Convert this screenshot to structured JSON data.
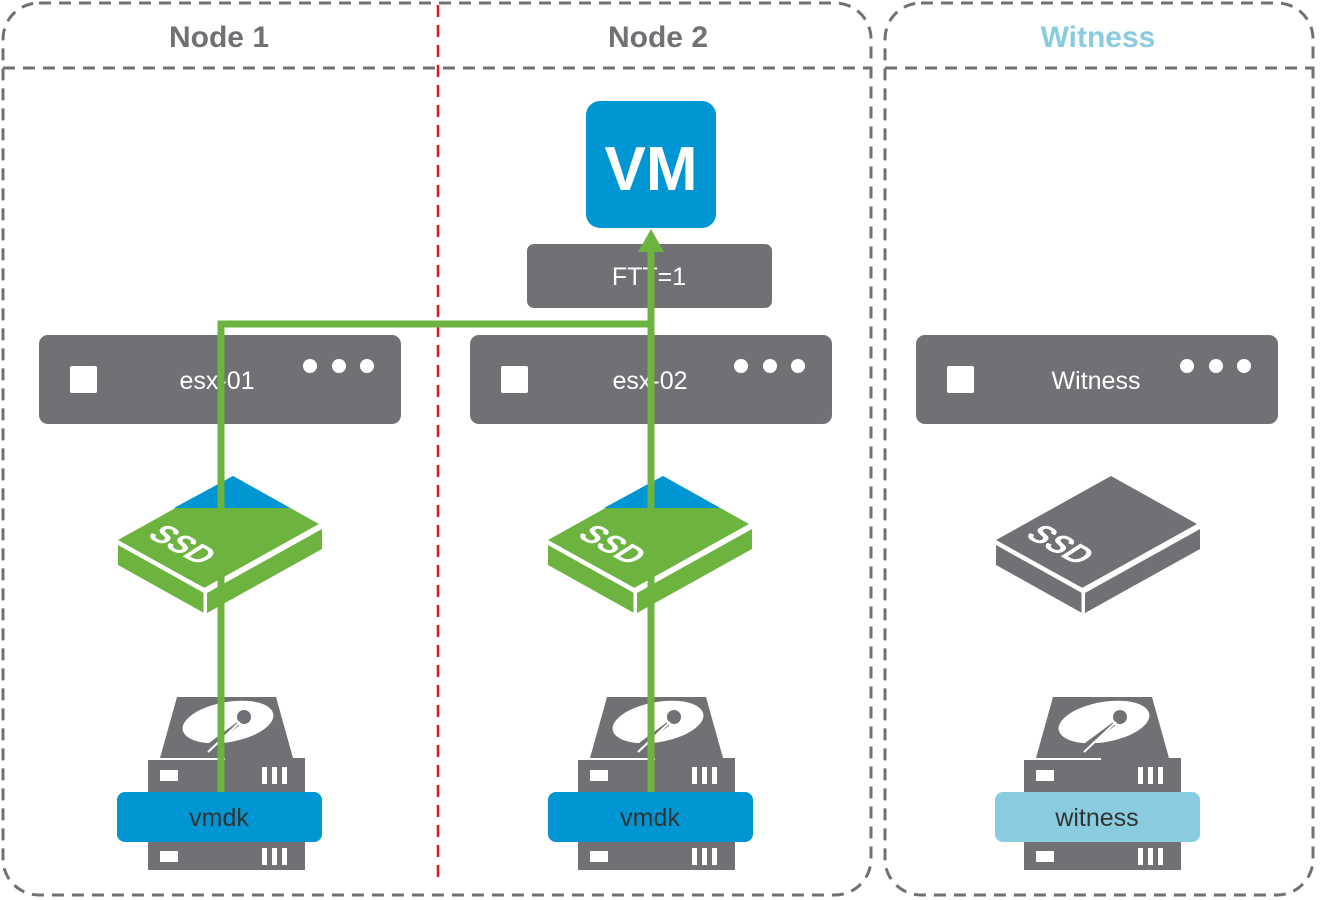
{
  "colors": {
    "gray": "#717074",
    "blue": "#0095d3",
    "light_blue": "#89cbdf",
    "green": "#6db33f",
    "red": "#e8141c",
    "white": "#ffffff",
    "dark_text": "#333333"
  },
  "sections": [
    {
      "title": "Node 1",
      "title_color": "#717074"
    },
    {
      "title": "Node 2",
      "title_color": "#717074"
    },
    {
      "title": "Witness",
      "title_color": "#89cbdf"
    }
  ],
  "vm": {
    "label": "VM"
  },
  "policy": {
    "label": "FTT=1"
  },
  "hosts": [
    {
      "name": "esx-01"
    },
    {
      "name": "esx-02"
    },
    {
      "name": "Witness"
    }
  ],
  "ssd": [
    {
      "label": "SSD",
      "state": "active"
    },
    {
      "label": "SSD",
      "state": "active"
    },
    {
      "label": "SSD",
      "state": "idle"
    }
  ],
  "disks": [
    {
      "label": "vmdk",
      "type": "data"
    },
    {
      "label": "vmdk",
      "type": "data"
    },
    {
      "label": "witness",
      "type": "witness"
    }
  ]
}
